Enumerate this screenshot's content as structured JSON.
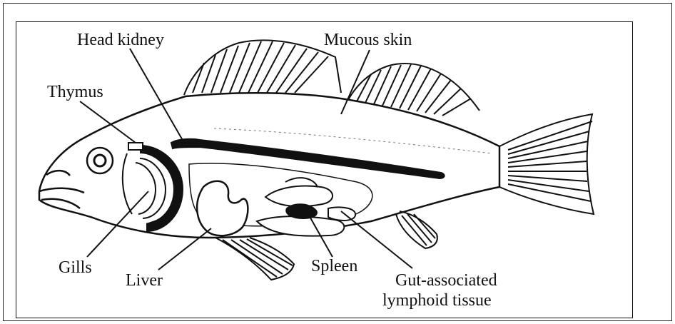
{
  "labels": {
    "head_kidney": "Head kidney",
    "mucous_skin": "Mucous skin",
    "thymus": "Thymus",
    "gills": "Gills",
    "liver": "Liver",
    "spleen": "Spleen",
    "galt_line1": "Gut-associated",
    "galt_line2": "lymphoid tissue"
  },
  "colors": {
    "ink": "#111111",
    "background": "#ffffff",
    "organ_fill": "#ffffff"
  }
}
